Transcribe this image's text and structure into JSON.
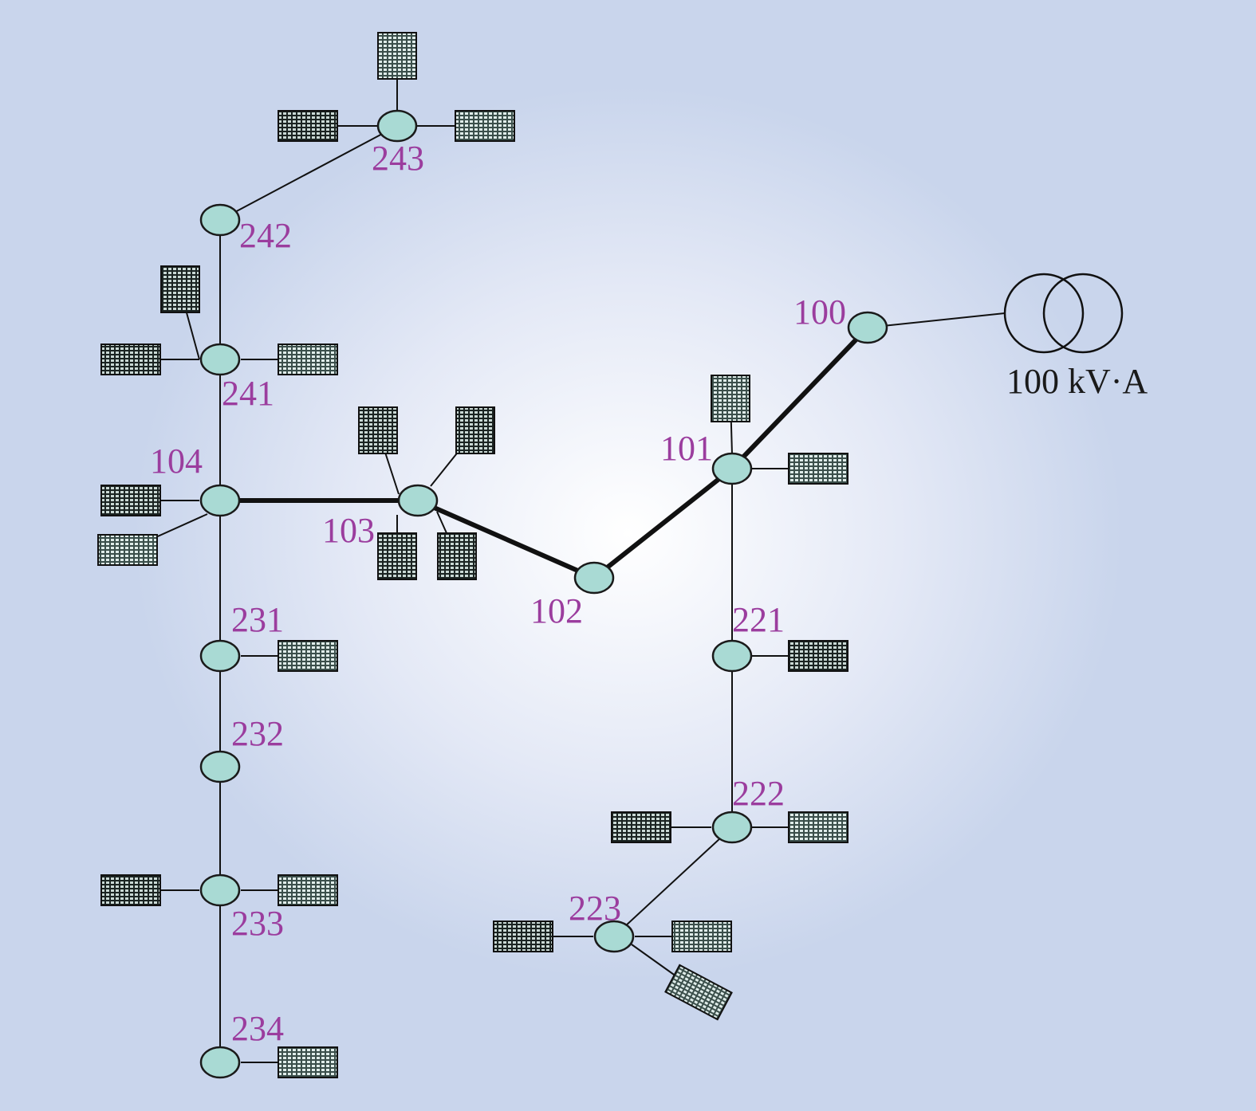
{
  "transformer": {
    "label": "100 kV·A"
  },
  "nodes": [
    {
      "id": "100",
      "label": "100"
    },
    {
      "id": "101",
      "label": "101"
    },
    {
      "id": "102",
      "label": "102"
    },
    {
      "id": "103",
      "label": "103"
    },
    {
      "id": "104",
      "label": "104"
    },
    {
      "id": "221",
      "label": "221"
    },
    {
      "id": "222",
      "label": "222"
    },
    {
      "id": "223",
      "label": "223"
    },
    {
      "id": "231",
      "label": "231"
    },
    {
      "id": "232",
      "label": "232"
    },
    {
      "id": "233",
      "label": "233"
    },
    {
      "id": "234",
      "label": "234"
    },
    {
      "id": "241",
      "label": "241"
    },
    {
      "id": "242",
      "label": "242"
    },
    {
      "id": "243",
      "label": "243"
    }
  ],
  "edges": [
    {
      "from": "TX",
      "to": "100",
      "main": false
    },
    {
      "from": "100",
      "to": "101",
      "main": true
    },
    {
      "from": "101",
      "to": "102",
      "main": true
    },
    {
      "from": "102",
      "to": "103",
      "main": true
    },
    {
      "from": "103",
      "to": "104",
      "main": true
    },
    {
      "from": "101",
      "to": "221",
      "main": false
    },
    {
      "from": "221",
      "to": "222",
      "main": false
    },
    {
      "from": "222",
      "to": "223",
      "main": false
    },
    {
      "from": "104",
      "to": "241",
      "main": false
    },
    {
      "from": "241",
      "to": "242",
      "main": false
    },
    {
      "from": "242",
      "to": "243",
      "main": false
    },
    {
      "from": "104",
      "to": "231",
      "main": false
    },
    {
      "from": "231",
      "to": "232",
      "main": false
    },
    {
      "from": "232",
      "to": "233",
      "main": false
    },
    {
      "from": "233",
      "to": "234",
      "main": false
    }
  ],
  "pv_panels": [
    {
      "node": "243",
      "tone": "light"
    },
    {
      "node": "243",
      "tone": "dark"
    },
    {
      "node": "243",
      "tone": "light"
    },
    {
      "node": "241",
      "tone": "dark"
    },
    {
      "node": "241",
      "tone": "dark"
    },
    {
      "node": "241",
      "tone": "light"
    },
    {
      "node": "104",
      "tone": "dark"
    },
    {
      "node": "104",
      "tone": "light"
    },
    {
      "node": "103",
      "tone": "dark"
    },
    {
      "node": "103",
      "tone": "dark"
    },
    {
      "node": "103",
      "tone": "dark"
    },
    {
      "node": "103",
      "tone": "dark"
    },
    {
      "node": "101",
      "tone": "light"
    },
    {
      "node": "101",
      "tone": "light"
    },
    {
      "node": "231",
      "tone": "light"
    },
    {
      "node": "221",
      "tone": "dark"
    },
    {
      "node": "233",
      "tone": "dark"
    },
    {
      "node": "233",
      "tone": "light"
    },
    {
      "node": "234",
      "tone": "light"
    },
    {
      "node": "222",
      "tone": "dark"
    },
    {
      "node": "222",
      "tone": "light"
    },
    {
      "node": "223",
      "tone": "dark"
    },
    {
      "node": "223",
      "tone": "light"
    },
    {
      "node": "223",
      "tone": "light"
    }
  ],
  "colors": {
    "bus_fill": "#a9dad4",
    "label": "#9b3d9e",
    "panel_dark": "#1f2b28",
    "panel_light": "#6f8a85"
  }
}
